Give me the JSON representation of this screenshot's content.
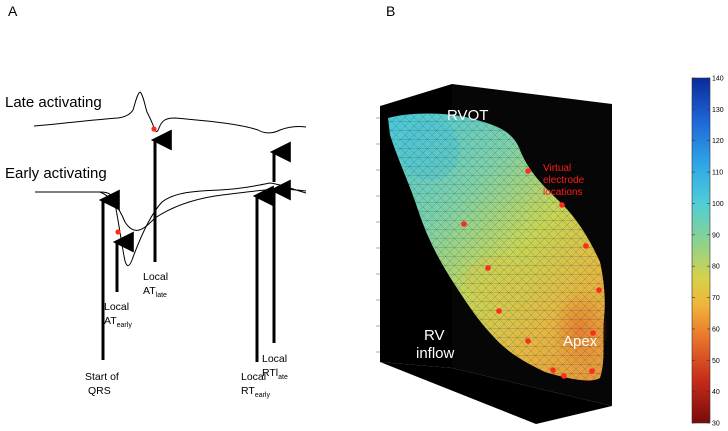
{
  "panels": {
    "a": {
      "letter": "A",
      "late_title": "Late activating",
      "early_title": "Early activating",
      "annotations": {
        "start_qrs": [
          "Start of",
          "QRS"
        ],
        "local_at_early": {
          "line1": "Local",
          "main": "AT",
          "sub": "early"
        },
        "local_at_late": {
          "line1": "Local",
          "main": "AT",
          "sub": "late"
        },
        "local_rt_early": {
          "line1": "Local",
          "main": "RT",
          "sub": "early"
        },
        "local_rt_late": {
          "line1": "Local",
          "main": "RTl",
          "sub": "ate"
        }
      }
    },
    "b": {
      "letter": "B",
      "labels": {
        "rvot": "RVOT",
        "rv_inflow": [
          "RV",
          "inflow"
        ],
        "apex": "Apex",
        "virtual_electrodes": [
          "Virtual",
          "electrode",
          "locations"
        ]
      },
      "colorbar": {
        "ticks": [
          "140",
          "130",
          "120",
          "110",
          "100",
          "90",
          "80",
          "70",
          "60",
          "50",
          "40",
          "30"
        ],
        "colors": [
          "#0a2a9a",
          "#1e64d8",
          "#2ea6e6",
          "#4ecdd8",
          "#8fd28c",
          "#d6d24a",
          "#f0b43a",
          "#e8702a",
          "#c42a1a",
          "#7a0a0a"
        ]
      }
    }
  },
  "colors": {
    "electrode_dot": "#ff2a1a",
    "box": "#000000",
    "annotation_text": "#ff1a1a"
  }
}
